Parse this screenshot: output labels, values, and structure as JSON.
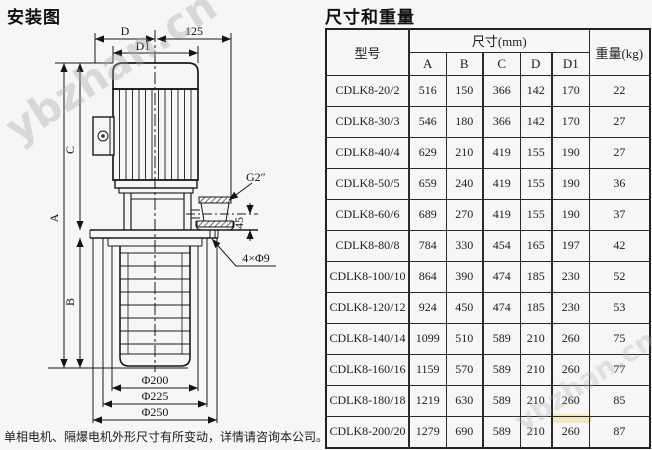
{
  "page": {
    "left_title": "安装图",
    "right_title": "尺寸和重量",
    "footer_note": "单相电机、隔爆电机外形尺寸有所变动，详情请咨询本公司。",
    "watermark": "ybzhan.cn"
  },
  "diagram": {
    "labels": {
      "dim_d": "D",
      "dim_125": "125",
      "dim_d1": "D1",
      "dim_a": "A",
      "dim_b": "B",
      "dim_c": "C",
      "port_thread": "G2″",
      "dim_45": "45",
      "bolt_holes": "4×Φ9",
      "dia_200": "Φ200",
      "dia_225": "Φ225",
      "dia_250": "Φ250"
    }
  },
  "table": {
    "col_model": "型号",
    "col_size_group": "尺寸(mm)",
    "size_cols": [
      "A",
      "B",
      "C",
      "D",
      "D1"
    ],
    "col_weight": "重量(kg)",
    "rows": [
      {
        "model": "CDLK8-20/2",
        "values": [
          516,
          150,
          366,
          142,
          170
        ],
        "weight": 22
      },
      {
        "model": "CDLK8-30/3",
        "values": [
          546,
          180,
          366,
          142,
          170
        ],
        "weight": 27
      },
      {
        "model": "CDLK8-40/4",
        "values": [
          629,
          210,
          419,
          155,
          190
        ],
        "weight": 27
      },
      {
        "model": "CDLK8-50/5",
        "values": [
          659,
          240,
          419,
          155,
          190
        ],
        "weight": 36
      },
      {
        "model": "CDLK8-60/6",
        "values": [
          689,
          270,
          419,
          155,
          190
        ],
        "weight": 37
      },
      {
        "model": "CDLK8-80/8",
        "values": [
          784,
          330,
          454,
          165,
          197
        ],
        "weight": 42
      },
      {
        "model": "CDLK8-100/10",
        "values": [
          864,
          390,
          474,
          185,
          230
        ],
        "weight": 52
      },
      {
        "model": "CDLK8-120/12",
        "values": [
          924,
          450,
          474,
          185,
          230
        ],
        "weight": 53
      },
      {
        "model": "CDLK8-140/14",
        "values": [
          1099,
          510,
          589,
          210,
          260
        ],
        "weight": 75
      },
      {
        "model": "CDLK8-160/16",
        "values": [
          1159,
          570,
          589,
          210,
          260
        ],
        "weight": 77
      },
      {
        "model": "CDLK8-180/18",
        "values": [
          1219,
          630,
          589,
          210,
          260
        ],
        "weight": 85
      },
      {
        "model": "CDLK8-200/20",
        "values": [
          1279,
          690,
          589,
          210,
          260
        ],
        "weight": 87
      }
    ]
  }
}
